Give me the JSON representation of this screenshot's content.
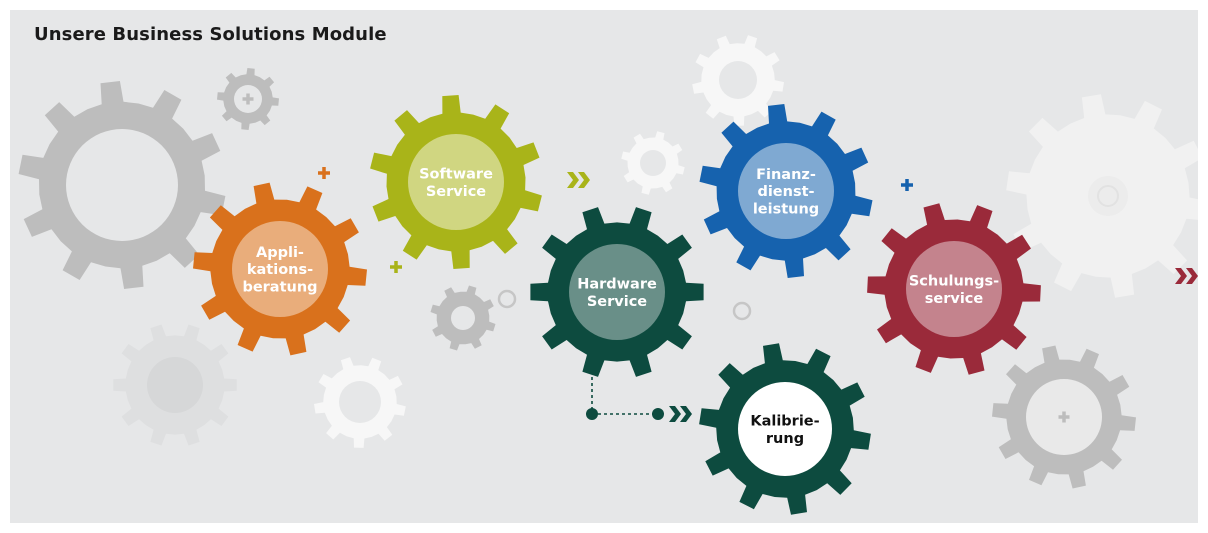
{
  "title": "Unsere Business Solutions Module",
  "colors": {
    "background": "#e6e7e8",
    "applikationsberatung": "#d9711c",
    "software_service": "#a9b419",
    "hardware_service": "#0d4b3f",
    "finanzdienstleistung": "#1662ae",
    "schulungsservice": "#9a2a3a",
    "kalibrierung": "#0d4b3f",
    "decor_grey": "#bdbdbd",
    "decor_white": "#f7f7f7"
  },
  "modules": [
    {
      "id": "applikationsberatung",
      "label_lines": [
        "Appli-",
        "kations-",
        "beratung"
      ]
    },
    {
      "id": "software_service",
      "label_lines": [
        "Software",
        "Service"
      ]
    },
    {
      "id": "hardware_service",
      "label_lines": [
        "Hardware",
        "Service"
      ]
    },
    {
      "id": "finanzdienstleistung",
      "label_lines": [
        "Finanz-",
        "dienst-",
        "leistung"
      ]
    },
    {
      "id": "schulungsservice",
      "label_lines": [
        "Schulungs-",
        "service"
      ]
    },
    {
      "id": "kalibrierung",
      "label_lines": [
        "Kalibrie-",
        "rung"
      ]
    }
  ],
  "decorations": {
    "plus": "+",
    "chevrons": "»"
  }
}
